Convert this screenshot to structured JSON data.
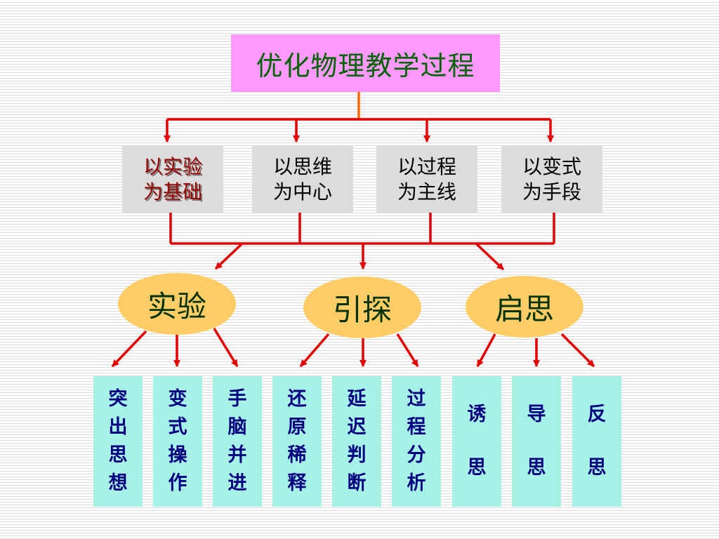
{
  "diagram": {
    "title": "优化物理教学过程",
    "pillars": [
      "以实验为基础",
      "以思维为中心",
      "以过程为主线",
      "以变式为手段"
    ],
    "hubs": [
      {
        "label": "实验",
        "methods": [
          "突出思想",
          "变式操作",
          "手脑并进"
        ]
      },
      {
        "label": "引探",
        "methods": [
          "还原稀释",
          "延迟判断",
          "过程分析"
        ]
      },
      {
        "label": "启思",
        "methods": [
          "诱思",
          "导思",
          "反思"
        ]
      }
    ]
  },
  "colors": {
    "root_fill": "#ff99ff",
    "root_text": "#006400",
    "pillar_fill": "#dcdcdc",
    "hub_fill": "#ffcc66",
    "method_fill": "#a6f2e6",
    "method_text": "#000080",
    "connector": "#e60000"
  }
}
